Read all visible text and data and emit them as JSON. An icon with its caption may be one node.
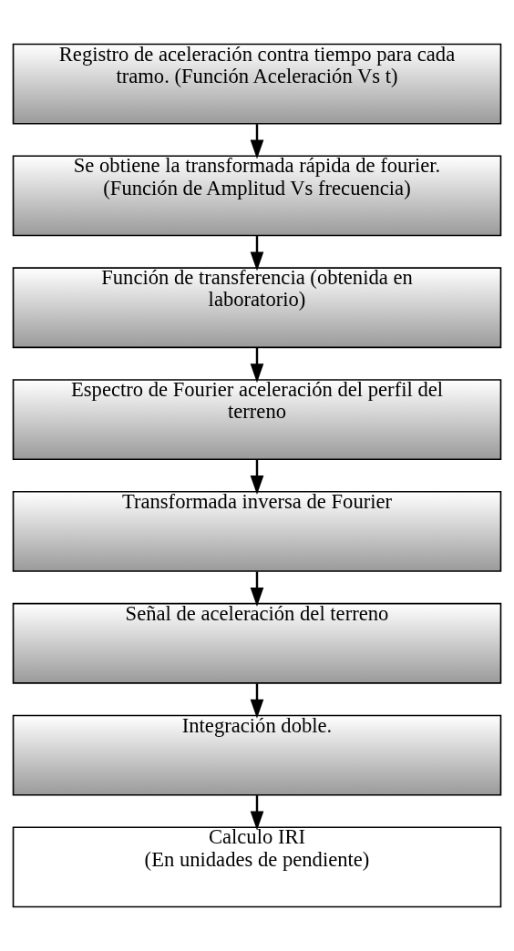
{
  "diagram": {
    "nodes": [
      {
        "text": [
          "Registro de aceleración contra tiempo para cada tramo. (Función Aceleración Vs t)"
        ]
      },
      {
        "text": [
          "Se obtiene la transformada rápida de fourier. (Función de Amplitud Vs frecuencia)"
        ]
      },
      {
        "text": [
          "Función de transferencia (obtenida en laboratorio)"
        ]
      },
      {
        "text": [
          "Espectro de Fourier aceleración del perfil del terreno"
        ]
      },
      {
        "text": [
          "Transformada inversa de Fourier"
        ]
      },
      {
        "text": [
          "Señal de aceleración del terreno"
        ]
      },
      {
        "text": [
          "Integración doble."
        ]
      },
      {
        "text": [
          "Calculo IRI",
          "(En unidades de pendiente)"
        ]
      }
    ],
    "edges": [
      {
        "from": 0,
        "to": 1,
        "arrow": "to"
      },
      {
        "from": 1,
        "to": 2,
        "arrow": "to"
      },
      {
        "from": 2,
        "to": 3,
        "arrow": "to"
      },
      {
        "from": 3,
        "to": 4,
        "arrow": "to"
      },
      {
        "from": 4,
        "to": 5,
        "arrow": "to"
      },
      {
        "from": 5,
        "to": 6,
        "arrow": "to"
      },
      {
        "from": 6,
        "to": 7,
        "arrow": "to"
      }
    ]
  }
}
